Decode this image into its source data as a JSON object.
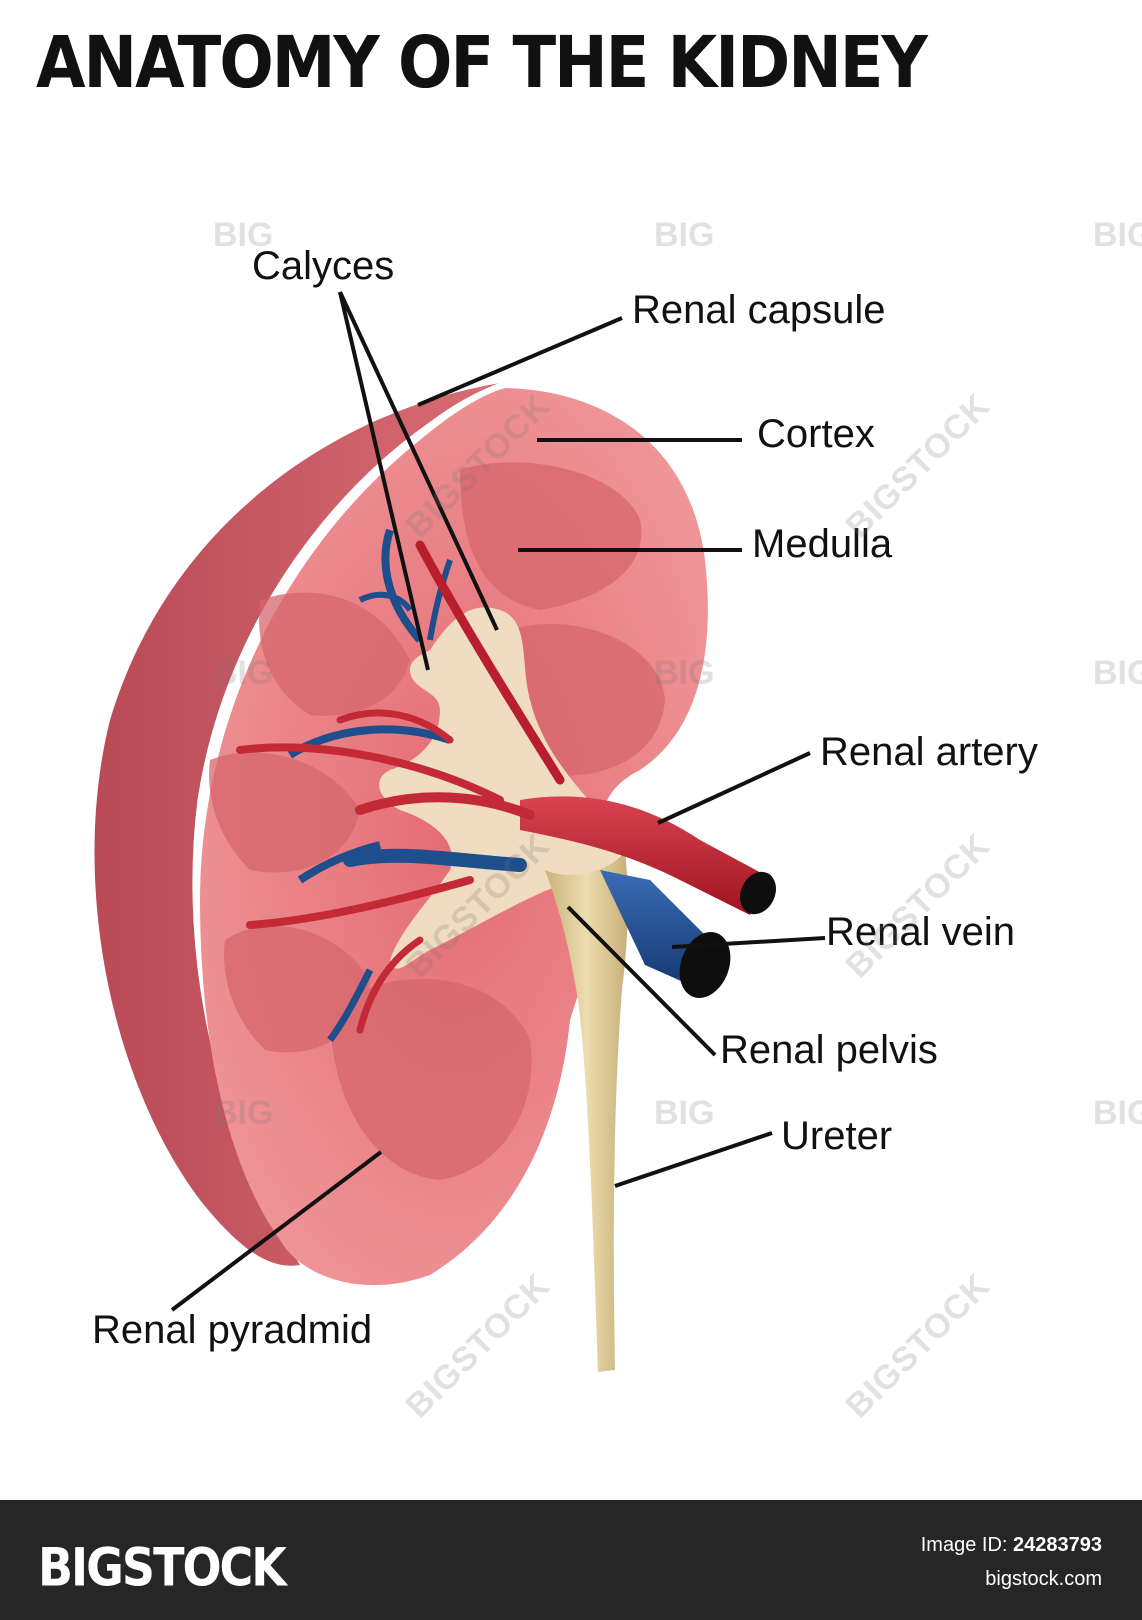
{
  "title": "ANATOMY OF THE KIDNEY",
  "labels": {
    "calyces": "Calyces",
    "renal_capsule": "Renal capsule",
    "cortex": "Cortex",
    "medulla": "Medulla",
    "renal_artery": "Renal artery",
    "renal_vein": "Renal vein",
    "renal_pelvis": "Renal pelvis",
    "ureter": "Ureter",
    "renal_pyramid": "Renal pyradmid"
  },
  "watermarks": {
    "big": "BIG",
    "bigstock": "BIGSTOCK"
  },
  "footer": {
    "brand": "BIGSTOCK",
    "image_id_label": "Image ID:",
    "image_id": "24283793",
    "site": "bigstock.com"
  },
  "colors": {
    "capsule": "#c85a64",
    "cortex": "#e8888c",
    "medulla": "#dc7478",
    "pelvis": "#f0dcc0",
    "artery": "#b81e2c",
    "vein": "#1e4e8c",
    "ureter": "#e2cf9c",
    "footer": "#262626"
  }
}
